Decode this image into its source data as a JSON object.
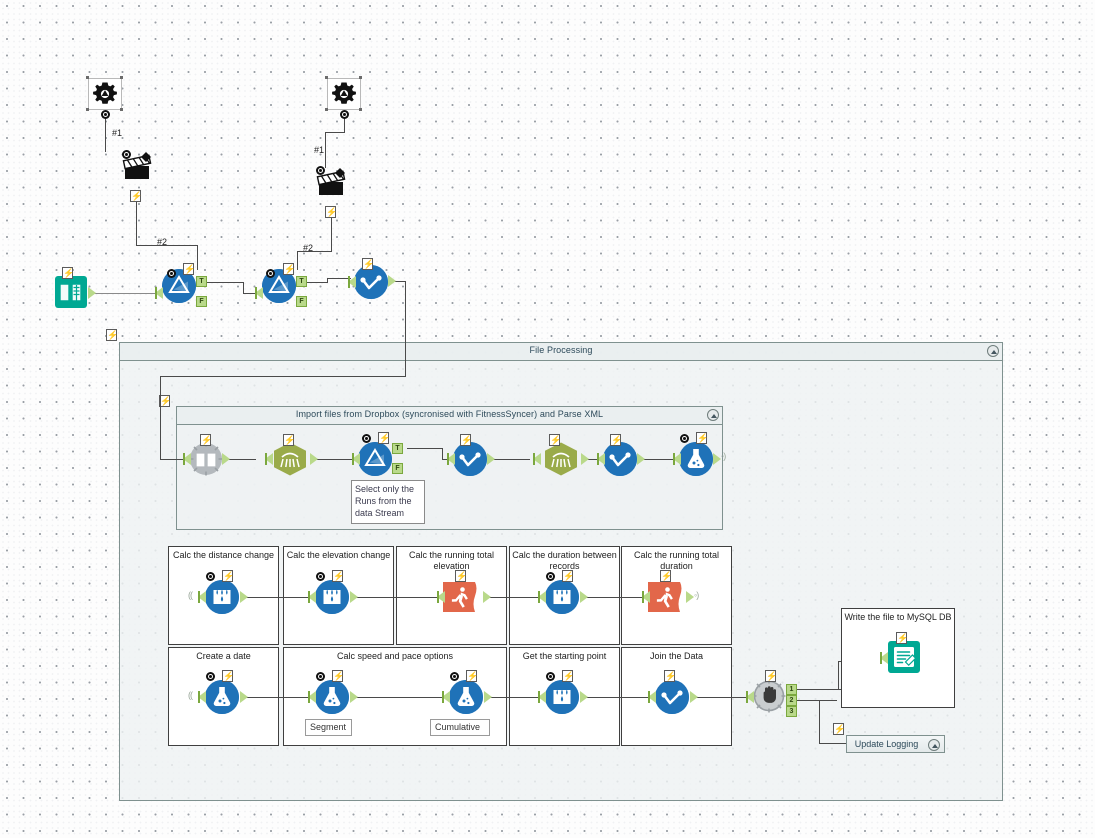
{
  "canvas": {
    "grid": "dotted",
    "background": "#fdfdfd"
  },
  "colors": {
    "tool_blue": "#1f72b8",
    "tool_green": "#00a893",
    "tool_olive": "#9aab4a",
    "tool_orange": "#e2674a",
    "tool_grey": "#b4b9bd",
    "anchor_green": "#b9d98a",
    "container_border": "#7f918f",
    "container_fill": "#eef2f3",
    "wire": "#4a4a4a",
    "title_text": "#2d4a5a"
  },
  "containers": {
    "file_processing": {
      "title": "File Processing",
      "collapse_icon": "collapse-chevron-icon"
    },
    "import_files": {
      "title": "Import files from Dropbox (syncronised with FitnessSyncer) and Parse XML",
      "collapse_icon": "collapse-chevron-icon"
    },
    "update_logging": {
      "title": "Update Logging",
      "collapse_icon": "collapse-chevron-icon"
    }
  },
  "tool_groups": [
    {
      "id": "calc_distance_change",
      "label": "Calc the distance change"
    },
    {
      "id": "calc_elevation_change",
      "label": "Calc the elevation change"
    },
    {
      "id": "calc_running_elevation",
      "label": "Calc the running total elevation"
    },
    {
      "id": "calc_duration_records",
      "label": "Calc the duration between records"
    },
    {
      "id": "calc_running_duration",
      "label": "Calc the running total duration"
    },
    {
      "id": "create_a_date",
      "label": "Create a date"
    },
    {
      "id": "calc_speed_pace",
      "label": "Calc speed and pace options"
    },
    {
      "id": "get_starting_point",
      "label": "Get the starting point"
    },
    {
      "id": "join_the_data",
      "label": "Join the Data"
    },
    {
      "id": "write_mysql",
      "label": "Write the file to MySQL DB"
    }
  ],
  "annotations": {
    "select_runs": "Select only the Runs from the data Stream",
    "segment": "Segment",
    "cumulative": "Cumulative"
  },
  "wire_labels": {
    "macro1_out": "#1",
    "macro1_to_join": "#2",
    "macro2_out": "#1",
    "macro2_to_join": "#2"
  },
  "anchors": {
    "true": "T",
    "false": "F",
    "one": "1",
    "two": "2",
    "three": "3"
  },
  "nodes": {
    "top_row": [
      {
        "id": "macro-gear-1",
        "icon": "gear-macro-icon"
      },
      {
        "id": "macro-gear-2",
        "icon": "gear-macro-icon"
      },
      {
        "id": "clapper-1",
        "icon": "film-clapper-icon"
      },
      {
        "id": "clapper-2",
        "icon": "film-clapper-icon"
      },
      {
        "id": "directory-in",
        "icon": "directory-book-icon"
      },
      {
        "id": "filter-1",
        "icon": "filter-funnel-icon"
      },
      {
        "id": "filter-2",
        "icon": "filter-funnel-icon"
      },
      {
        "id": "union-1",
        "icon": "join-check-icon"
      }
    ],
    "import_row": [
      {
        "id": "directory-tool",
        "icon": "directory-book-icon"
      },
      {
        "id": "xml-parse-1",
        "icon": "xml-parse-icon"
      },
      {
        "id": "filter-3",
        "icon": "filter-funnel-icon"
      },
      {
        "id": "join-1",
        "icon": "join-check-icon"
      },
      {
        "id": "xml-parse-2",
        "icon": "xml-parse-icon"
      },
      {
        "id": "join-2",
        "icon": "join-check-icon"
      },
      {
        "id": "formula-1",
        "icon": "formula-flask-icon"
      }
    ],
    "calc_row_1": [
      {
        "id": "multi-row-formula-1",
        "icon": "multi-row-formula-icon"
      },
      {
        "id": "multi-row-formula-2",
        "icon": "multi-row-formula-icon"
      },
      {
        "id": "running-total-1",
        "icon": "running-total-icon"
      },
      {
        "id": "multi-row-formula-3",
        "icon": "multi-row-formula-icon"
      },
      {
        "id": "running-total-2",
        "icon": "running-total-icon"
      }
    ],
    "calc_row_2": [
      {
        "id": "formula-2",
        "icon": "formula-flask-icon"
      },
      {
        "id": "formula-3",
        "icon": "formula-flask-icon"
      },
      {
        "id": "formula-4",
        "icon": "formula-flask-icon"
      },
      {
        "id": "multi-row-formula-4",
        "icon": "multi-row-formula-icon"
      },
      {
        "id": "join-3",
        "icon": "join-check-icon"
      }
    ],
    "output": [
      {
        "id": "block-until-done",
        "icon": "block-until-done-icon"
      },
      {
        "id": "output-data",
        "icon": "output-data-icon"
      }
    ]
  }
}
